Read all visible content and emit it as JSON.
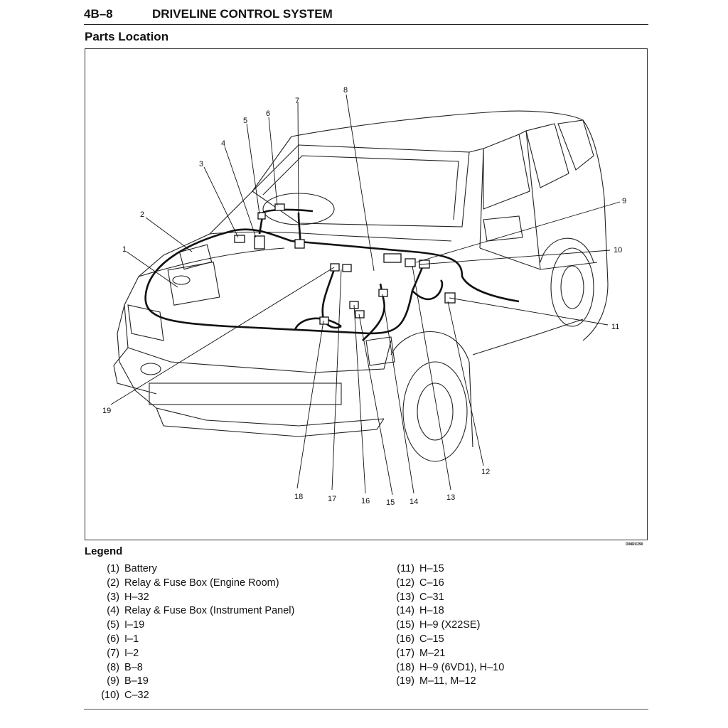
{
  "header": {
    "page_number": "4B–8",
    "title": "DRIVELINE CONTROL SYSTEM"
  },
  "section": {
    "title": "Parts Location"
  },
  "figure": {
    "code": "D08RX290",
    "callouts": [
      "1",
      "2",
      "3",
      "4",
      "5",
      "6",
      "7",
      "8",
      "9",
      "10",
      "11",
      "12",
      "13",
      "14",
      "15",
      "16",
      "17",
      "18",
      "19"
    ]
  },
  "legend": {
    "title": "Legend",
    "left": [
      {
        "num": "(1)",
        "text": "Battery"
      },
      {
        "num": "(2)",
        "text": "Relay & Fuse Box (Engine Room)"
      },
      {
        "num": "(3)",
        "text": "H–32"
      },
      {
        "num": "(4)",
        "text": "Relay & Fuse Box (Instrument Panel)"
      },
      {
        "num": "(5)",
        "text": "I–19"
      },
      {
        "num": "(6)",
        "text": "I–1"
      },
      {
        "num": "(7)",
        "text": "I–2"
      },
      {
        "num": "(8)",
        "text": "B–8"
      },
      {
        "num": "(9)",
        "text": "B–19"
      },
      {
        "num": "(10)",
        "text": "C–32"
      }
    ],
    "right": [
      {
        "num": "(11)",
        "text": "H–15"
      },
      {
        "num": "(12)",
        "text": "C–16"
      },
      {
        "num": "(13)",
        "text": "C–31"
      },
      {
        "num": "(14)",
        "text": "H–18"
      },
      {
        "num": "(15)",
        "text": "H–9 (X22SE)"
      },
      {
        "num": "(16)",
        "text": "C–15"
      },
      {
        "num": "(17)",
        "text": "M–21"
      },
      {
        "num": "(18)",
        "text": "H–9 (6VD1), H–10"
      },
      {
        "num": "(19)",
        "text": "M–11, M–12"
      }
    ]
  }
}
